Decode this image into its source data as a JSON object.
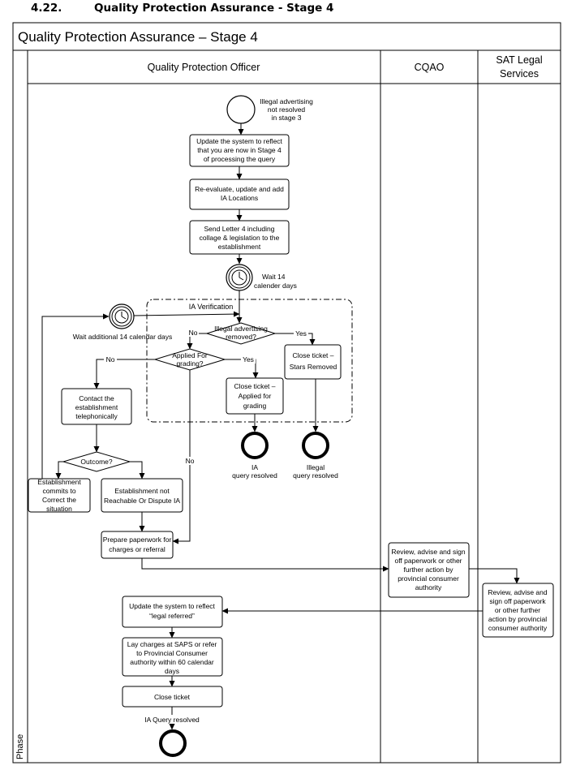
{
  "section": {
    "number": "4.22.",
    "title": "Quality Protection Assurance - Stage 4"
  },
  "pool": {
    "title": "Quality Protection Assurance – Stage 4",
    "phase_label": "Phase"
  },
  "lanes": {
    "qpo": "Quality Protection Officer",
    "cqao": "CQAO",
    "legal": [
      "SAT Legal",
      "Services"
    ]
  },
  "events": {
    "start": [
      "Illegal advertising",
      "not resolved",
      "in stage 3"
    ],
    "timer_wait14": [
      "Wait 14",
      "calender days"
    ],
    "timer_additional": "Wait additional 14 calendar days",
    "end_ia_resolved": [
      "IA",
      "query resolved"
    ],
    "end_illegal_resolved": [
      "Illegal",
      "query resolved"
    ],
    "end_final": "IA Query resolved"
  },
  "tasks": {
    "update_stage4": [
      "Update the system to reflect",
      "that you are now in Stage 4",
      "of processing the query"
    ],
    "reevaluate": [
      "Re-evaluate, update and add",
      "IA Locations"
    ],
    "send_letter4": [
      "Send Letter 4 including",
      "collage & legislation to the",
      "establishment"
    ],
    "close_stars": [
      "Close ticket –",
      "Stars Removed"
    ],
    "close_grading": [
      "Close ticket –",
      "Applied for",
      "grading"
    ],
    "contact": [
      "Contact the",
      "establishment",
      "telephonically"
    ],
    "commits": [
      "Establishment",
      "commits to",
      "Correct the",
      "situation"
    ],
    "not_reachable": [
      "Establishment not",
      "Reachable Or Dispute IA"
    ],
    "prepare": [
      "Prepare paperwork for",
      "charges or referral"
    ],
    "cqao_review": [
      "Review, advise and sign",
      "off paperwork or other",
      "further action by",
      "provincial consumer",
      "authority"
    ],
    "legal_review": [
      "Review, advise and",
      "sign off paperwork",
      "or other further",
      "action by provincial",
      "consumer authority"
    ],
    "update_legal": [
      "Update the system to reflect",
      "“legal referred”"
    ],
    "lay_charges": [
      "Lay charges at SAPS or refer",
      "to Provincial Consumer",
      "authority within 60 calendar",
      "days"
    ],
    "close_ticket": "Close ticket"
  },
  "gateways": {
    "removed": [
      "Illegal advertising",
      "removed?"
    ],
    "grading": [
      "Applied For",
      "grading?"
    ],
    "outcome": "Outcome?"
  },
  "group": {
    "label": "IA Verification"
  },
  "flow_labels": {
    "no": "No",
    "yes": "Yes"
  }
}
